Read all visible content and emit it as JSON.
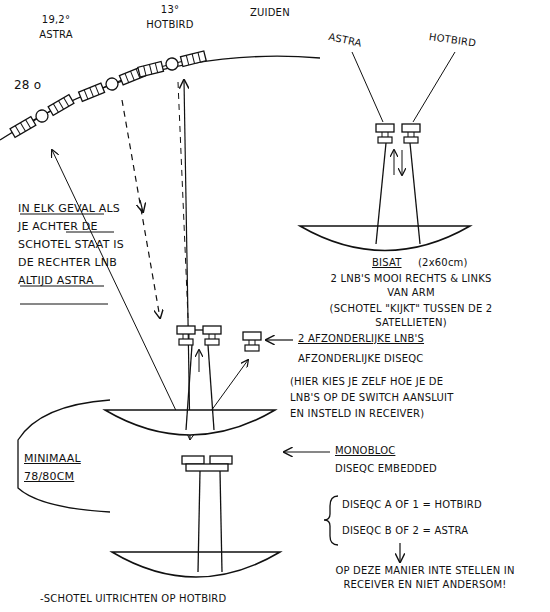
{
  "diagram": {
    "labels": [
      "28 o",
      "19,2° ASTRA",
      "13° HOTBIRD",
      "ZUIDEN",
      "ASTRA",
      "HOTBIRD",
      "IN ELK GEVAL ALS JE ACHTER DE SCHOTEL STAAT IS DE RECHTER LNB ALTIJD ASTRA",
      "BISAT",
      "(2x60cm)",
      "2 LNB'S MOOI RECHTS & LINKS VAN ARM",
      "(SCHOTEL \"KIJKT\" TUSSEN DE 2 SATELLIETEN)",
      "2 AFZONDERLIJKE LNB'S",
      "AFZONDERLIJKE DISEQC",
      "(HIER KIES JE ZELF HOE JE DE LNB'S OP DE SWITCH AANSLUIT EN INSTELD IN RECEIVER)",
      "MINIMAAL 78/80CM",
      "MONOBLOC",
      "DISEQC EMBEDDED",
      "DISEQC A OF 1 = HOTBIRD",
      "DISEQC B OF 2 = ASTRA",
      "OP DEZE MANIER INTE STELLEN IN RECEIVER EN NIET ANDERSOM!",
      "-SCHOTEL UITRICHTEN OP HOTBIRD"
    ]
  }
}
